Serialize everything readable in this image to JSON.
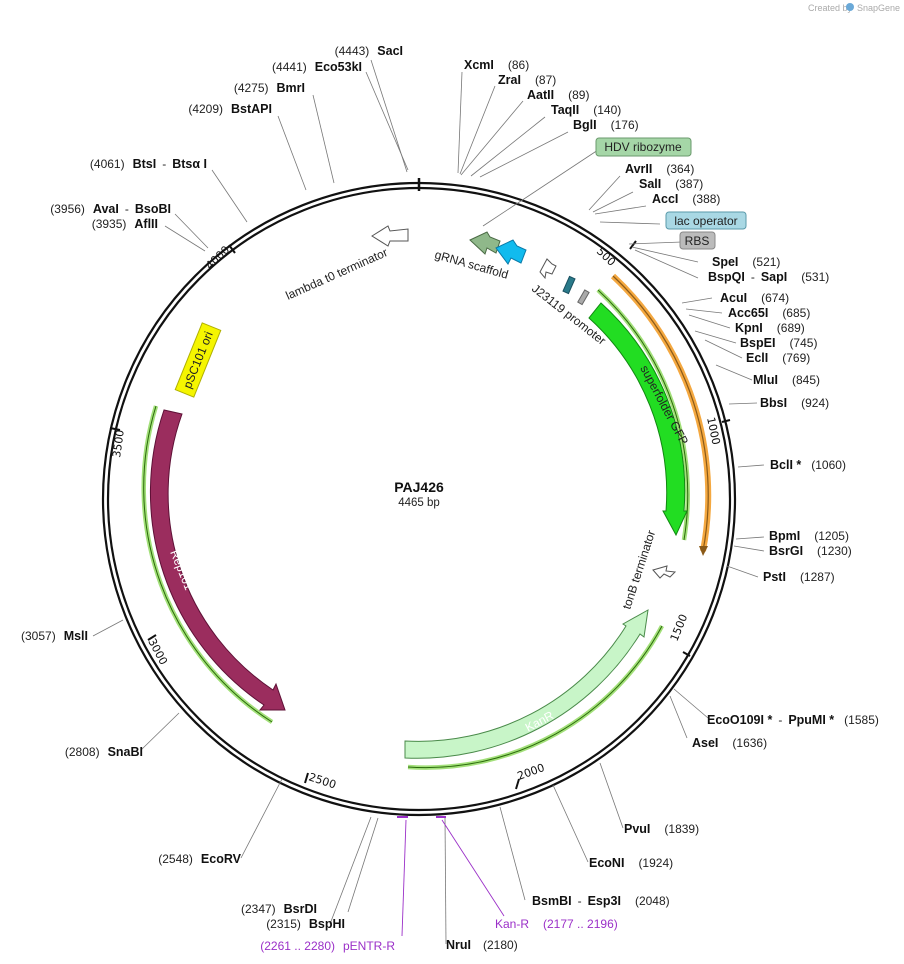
{
  "credit": {
    "prefix": "Created by",
    "brand": "SnapGene"
  },
  "plasmid": {
    "name": "PAJ426",
    "size": "4465 bp"
  },
  "ticks": [
    "500",
    "1000",
    "1500",
    "2000",
    "2500",
    "3000",
    "3500",
    "4000"
  ],
  "features": {
    "hdv": "HDV ribozyme",
    "lac": "lac operator",
    "rbs": "RBS",
    "grna": "gRNA scaffold",
    "lambda": "lambda t0 terminator",
    "j23119": "J23119 promoter",
    "sfgfp": "superfolder GFP",
    "tonb": "tonB terminator",
    "kanr": "KanR",
    "rep101": "Rep101",
    "psc101": "pSC101 ori"
  },
  "sites": {
    "saci": {
      "name": "SacI",
      "pos": "(4443)"
    },
    "eco53ki": {
      "name": "Eco53kI",
      "pos": "(4441)"
    },
    "bmri": {
      "name": "BmrI",
      "pos": "(4275)"
    },
    "bstapi": {
      "name": "BstAPI",
      "pos": "(4209)"
    },
    "btsi": {
      "name": "BtsI",
      "name2": "Btsα I",
      "pos": "(4061)"
    },
    "avai": {
      "name": "AvaI",
      "name2": "BsoBI",
      "pos": "(3956)"
    },
    "aflii": {
      "name": "AflII",
      "pos": "(3935)"
    },
    "xcmi": {
      "name": "XcmI",
      "pos": "(86)"
    },
    "zrai": {
      "name": "ZraI",
      "pos": "(87)"
    },
    "aatii": {
      "name": "AatII",
      "pos": "(89)"
    },
    "taqii": {
      "name": "TaqII",
      "pos": "(140)"
    },
    "bgli": {
      "name": "BglI",
      "pos": "(176)"
    },
    "avrii": {
      "name": "AvrII",
      "pos": "(364)"
    },
    "sali": {
      "name": "SalI",
      "pos": "(387)"
    },
    "acci": {
      "name": "AccI",
      "pos": "(388)"
    },
    "spei": {
      "name": "SpeI",
      "pos": "(521)"
    },
    "bspqi": {
      "name": "BspQI",
      "name2": "SapI",
      "pos": "(531)"
    },
    "acui": {
      "name": "AcuI",
      "pos": "(674)"
    },
    "acc65i": {
      "name": "Acc65I",
      "pos": "(685)"
    },
    "kpni": {
      "name": "KpnI",
      "pos": "(689)"
    },
    "bspei": {
      "name": "BspEI",
      "pos": "(745)"
    },
    "ecli": {
      "name": "EclI",
      "pos": "(769)"
    },
    "mlui": {
      "name": "MluI",
      "pos": "(845)"
    },
    "bbsi": {
      "name": "BbsI",
      "pos": "(924)"
    },
    "bcli": {
      "name": "BclI *",
      "pos": "(1060)"
    },
    "bpmi": {
      "name": "BpmI",
      "pos": "(1205)"
    },
    "bsrgi": {
      "name": "BsrGI",
      "pos": "(1230)"
    },
    "psti": {
      "name": "PstI",
      "pos": "(1287)"
    },
    "eco0109i": {
      "name": "EcoO109I *",
      "name2": "PpuMI *",
      "pos": "(1585)"
    },
    "asei": {
      "name": "AseI",
      "pos": "(1636)"
    },
    "pvui": {
      "name": "PvuI",
      "pos": "(1839)"
    },
    "econi": {
      "name": "EcoNI",
      "pos": "(1924)"
    },
    "bsmbi": {
      "name": "BsmBI",
      "name2": "Esp3I",
      "pos": "(2048)"
    },
    "nrui": {
      "name": "NruI",
      "pos": "(2180)"
    },
    "bsphi": {
      "name": "BspHI",
      "pos": "(2315)"
    },
    "bsrdi": {
      "name": "BsrDI",
      "pos": "(2347)"
    },
    "ecorv": {
      "name": "EcoRV",
      "pos": "(2548)"
    },
    "snabi": {
      "name": "SnaBI",
      "pos": "(2808)"
    },
    "msli": {
      "name": "MslI",
      "pos": "(3057)"
    }
  },
  "primers": {
    "kanr": {
      "name": "Kan-R",
      "range": "(2177 .. 2196)"
    },
    "pentr": {
      "name": "pENTR-R",
      "range": "(2261 .. 2280)"
    }
  },
  "dash": "-",
  "colors": {
    "backbone": "#111111",
    "gfp": "#22dd22",
    "kanr": "#c8f5c8",
    "rep": "#9b2d5e",
    "ori": "#f5f500",
    "hdv": "#a5d6a7",
    "lac": "#a9d8e4",
    "rbs": "#bbbbbb",
    "grna_green": "#8fb88a",
    "grna_blue": "#11bbee",
    "primer": "#9b30c8",
    "orange": "#f4a840"
  }
}
